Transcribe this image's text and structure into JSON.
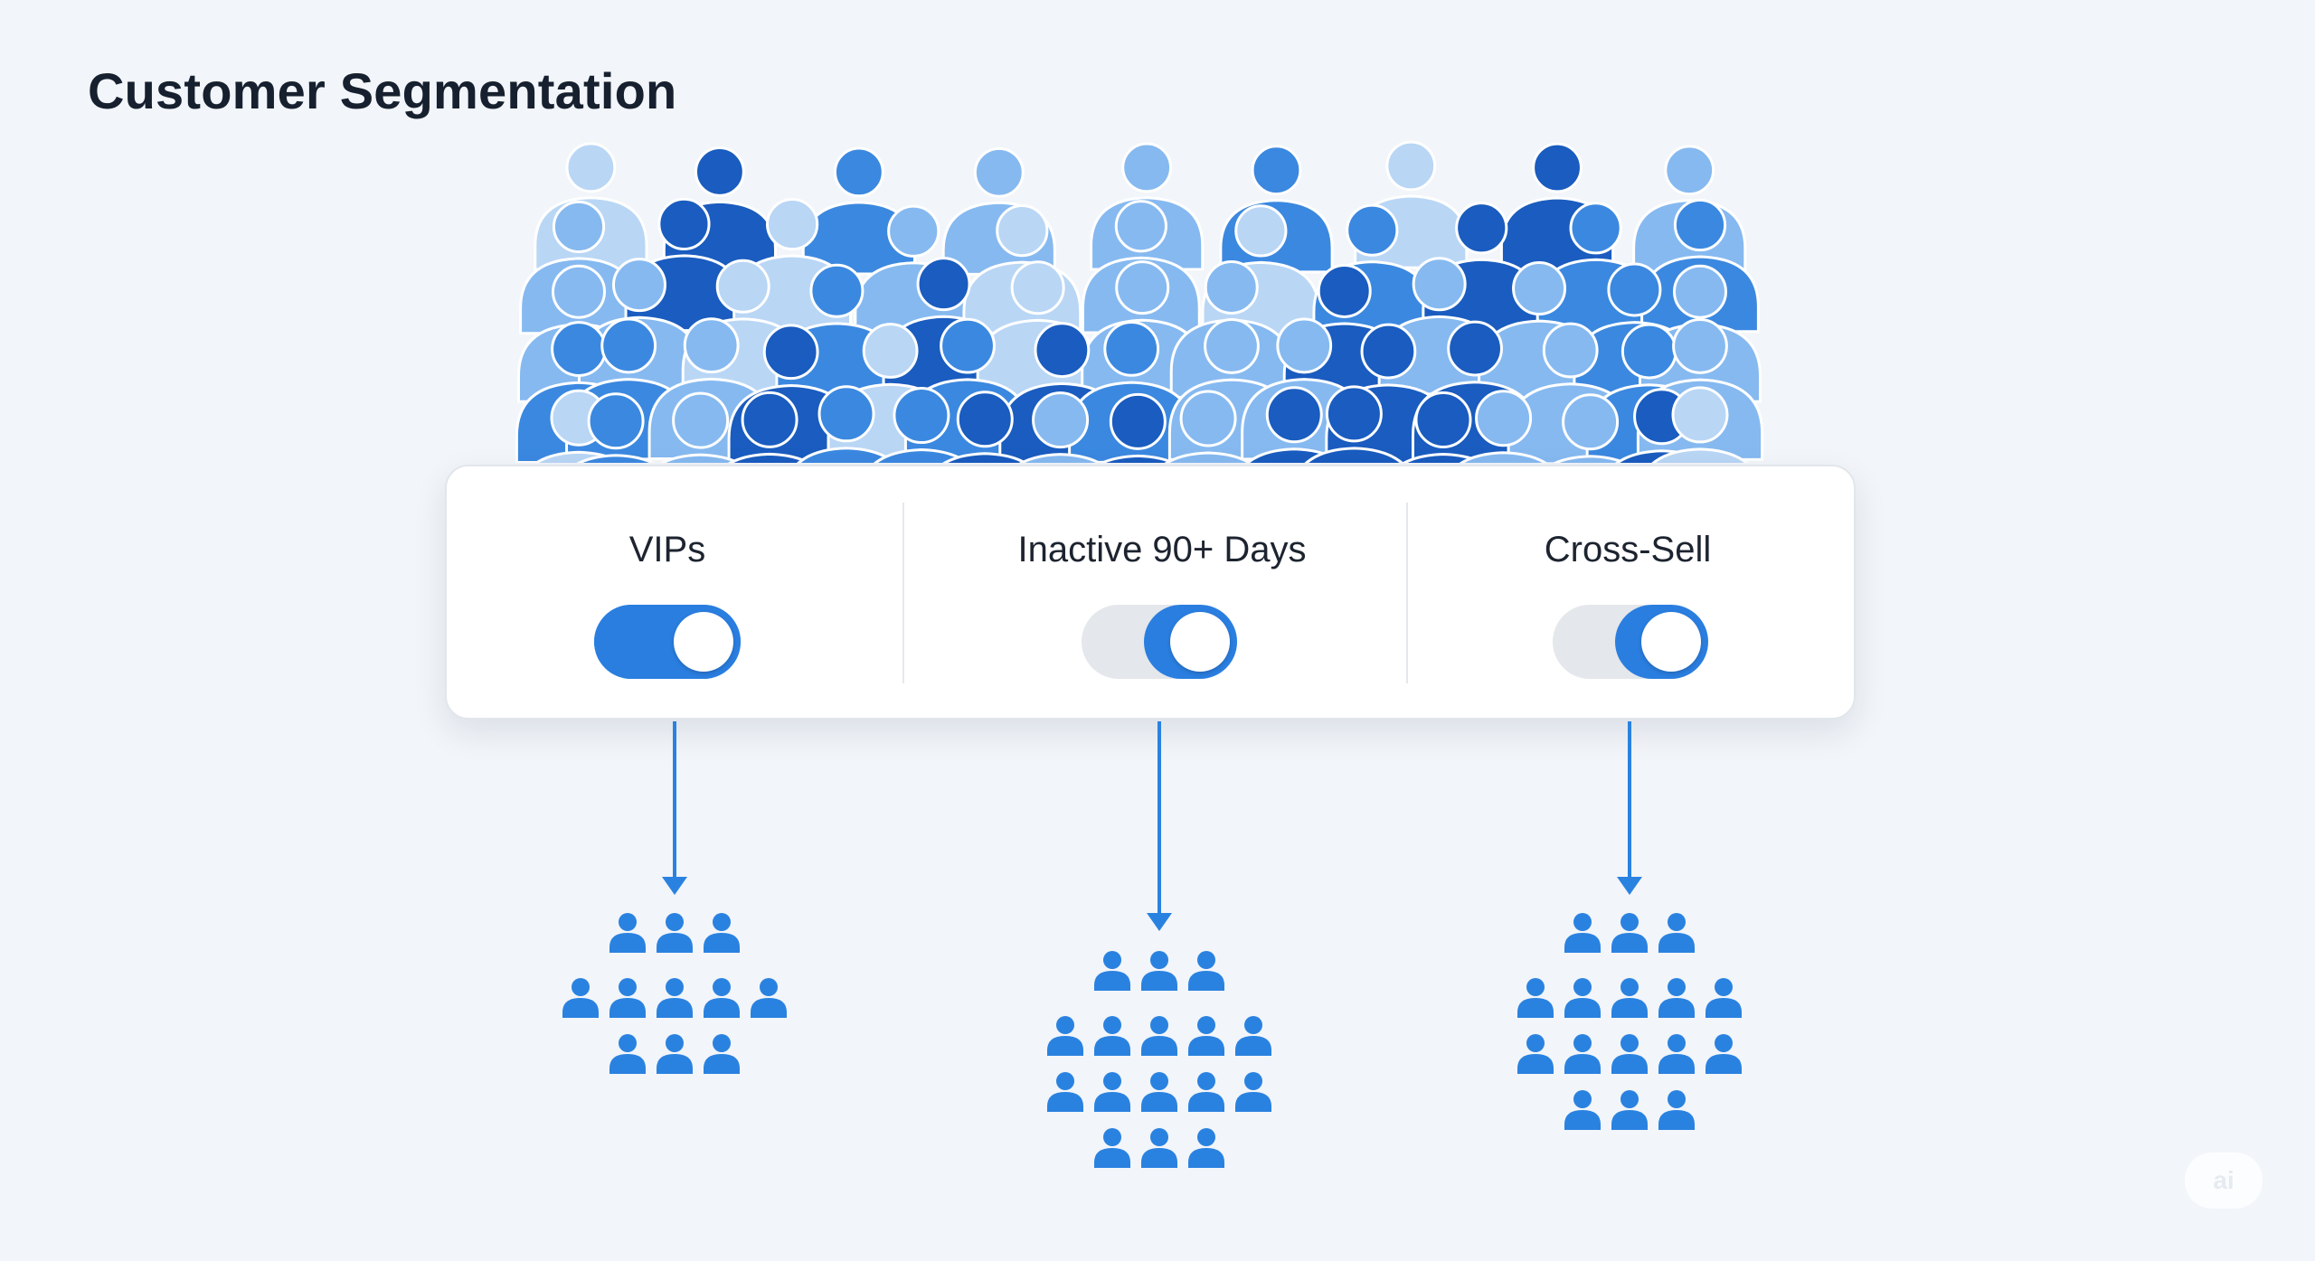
{
  "header": {
    "title": "Customer Segmentation"
  },
  "colors": {
    "accent": "#2a7ee0",
    "toggle_track_off": "#e4e7eb",
    "crowd_dark": "#1a5cbf",
    "crowd_mid": "#3b88e0",
    "crowd_light": "#86b9f0",
    "crowd_pale": "#b9d6f5",
    "segment_people": "#2a82e0",
    "background": "#f2f5f9"
  },
  "segments": [
    {
      "id": "vips",
      "label": "VIPs",
      "enabled": true,
      "toggle_fill": 1.0,
      "people_rows": [
        3,
        5,
        3
      ]
    },
    {
      "id": "inactive",
      "label": "Inactive 90+ Days",
      "enabled": true,
      "toggle_fill": 0.6,
      "people_rows": [
        3,
        5,
        5,
        3
      ]
    },
    {
      "id": "cross_sell",
      "label": "Cross-Sell",
      "enabled": true,
      "toggle_fill": 0.6,
      "people_rows": [
        3,
        5,
        5,
        3
      ]
    }
  ],
  "icons": {
    "crowd": "crowd-icon",
    "person": "person-icon",
    "arrow": "arrow-down-icon"
  }
}
